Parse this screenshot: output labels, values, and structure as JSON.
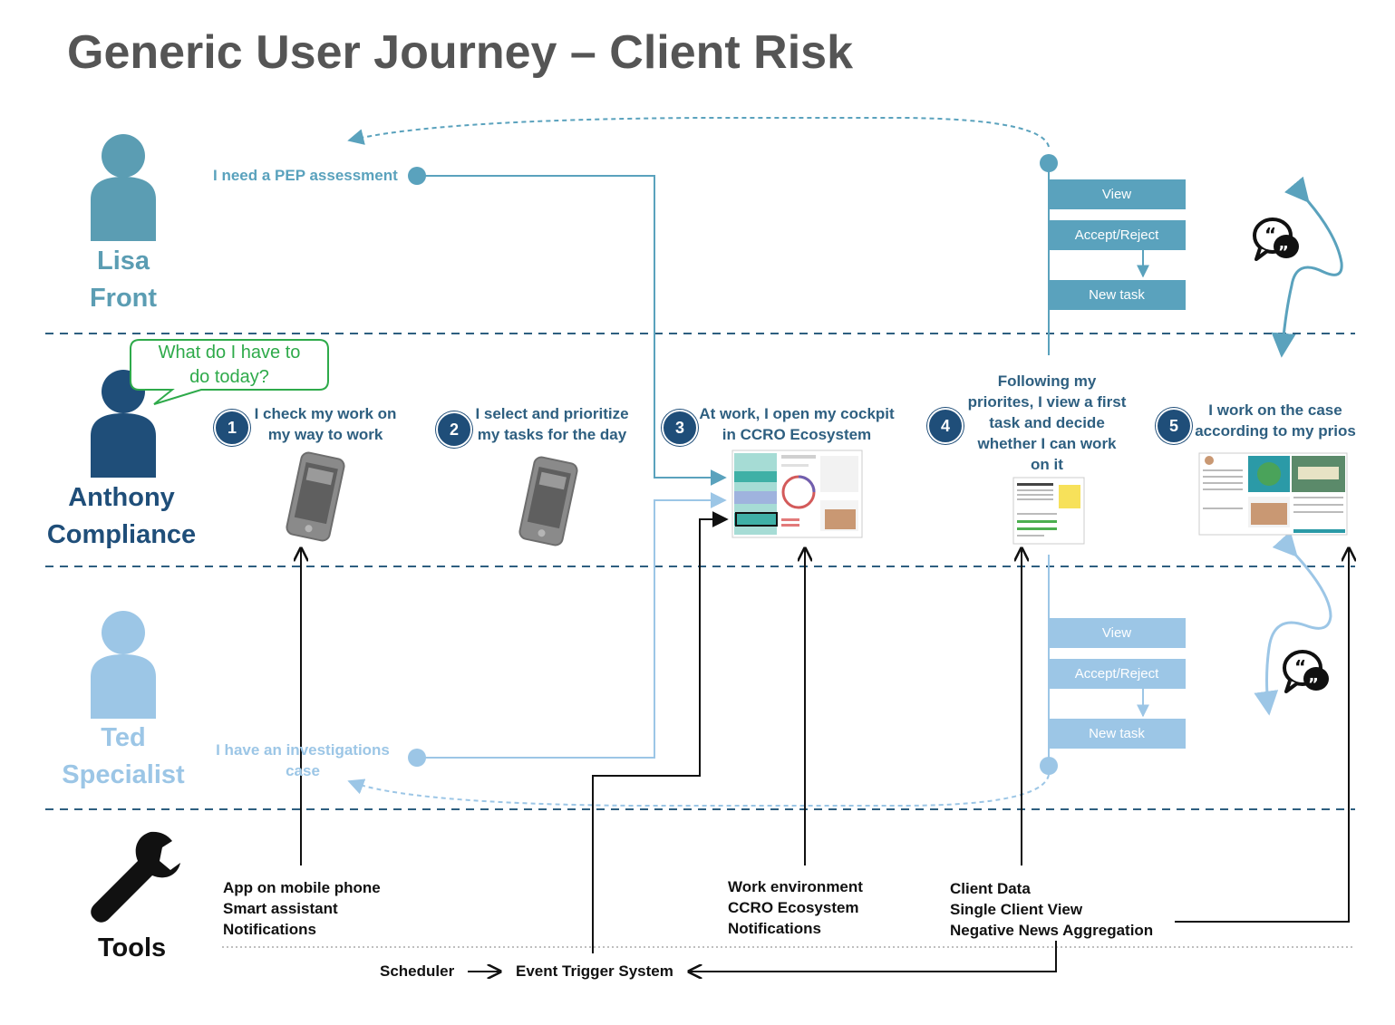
{
  "title": "Generic User Journey – Client Risk",
  "personas": {
    "lisa": {
      "name": "Lisa",
      "role": "Front",
      "color": "#5b9db3"
    },
    "anthony": {
      "name": "Anthony",
      "role": "Compliance",
      "color": "#1f4e79"
    },
    "ted": {
      "name": "Ted",
      "role": "Specialist",
      "color": "#9cc6e6"
    }
  },
  "lisa_request": "I need a PEP assessment",
  "ted_request": [
    "I have an investigations",
    "case"
  ],
  "thought_bubble": [
    "What do I have to",
    "do today?"
  ],
  "steps": [
    {
      "num": "1",
      "lines": [
        "I check my work on",
        "my way to work"
      ]
    },
    {
      "num": "2",
      "lines": [
        "I select and prioritize",
        "my tasks for the day"
      ]
    },
    {
      "num": "3",
      "lines": [
        "At work, I open my cockpit",
        "in CCRO Ecosystem"
      ]
    },
    {
      "num": "4",
      "lines": [
        "Following my",
        "priorites, I view a first",
        "task and decide",
        "whether I can work",
        "on it"
      ]
    },
    {
      "num": "5",
      "lines": [
        "I work on the case",
        "according to my prios"
      ]
    }
  ],
  "lisa_actions": [
    "View",
    "Accept/Reject",
    "New task"
  ],
  "ted_actions": [
    "View",
    "Accept/Reject",
    "New task"
  ],
  "tools": {
    "label": "Tools",
    "groups": [
      [
        "App on mobile phone",
        "Smart assistant",
        "Notifications"
      ],
      [
        "Work environment",
        "CCRO Ecosystem",
        "Notifications"
      ],
      [
        "Client Data",
        "Single Client View",
        "Negative News Aggregation"
      ]
    ],
    "scheduler": "Scheduler",
    "event_trigger": "Event Trigger System"
  },
  "icons": [
    "user-icon",
    "phone-icon",
    "chat-icon",
    "wrench-icon",
    "screenshot-thumbnail"
  ],
  "colors": {
    "green": "#2eaa4a",
    "title": "#555555",
    "divider": "#2e5f80"
  }
}
